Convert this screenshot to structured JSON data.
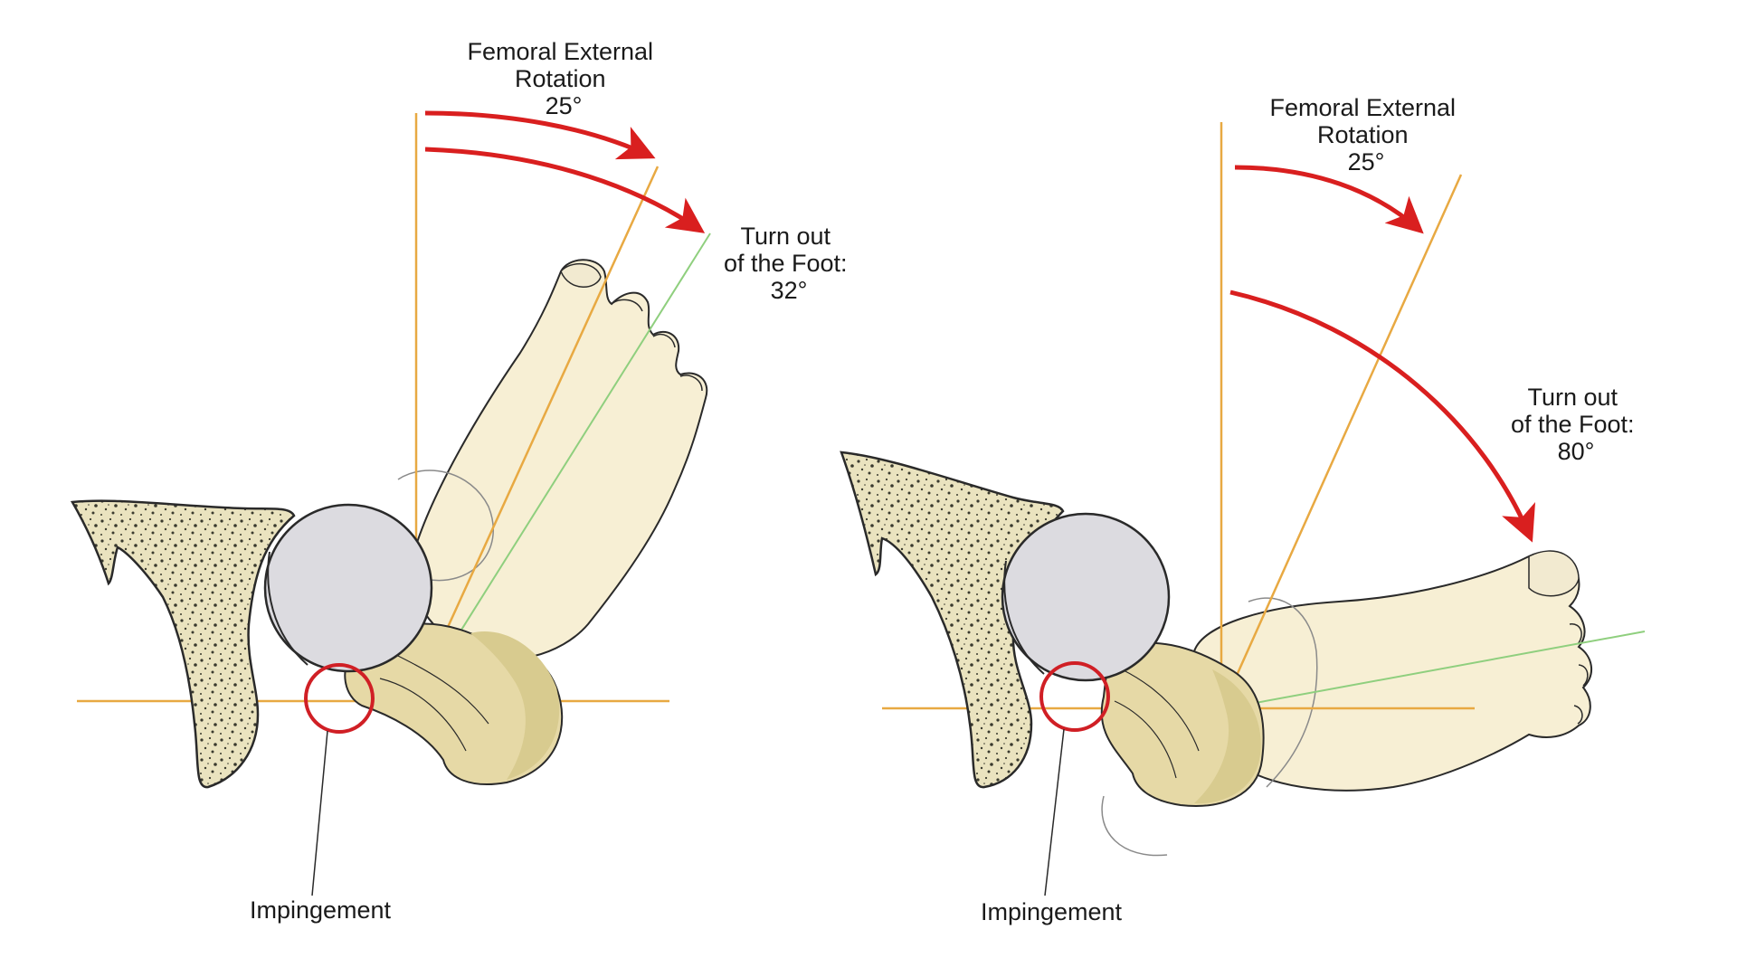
{
  "colors": {
    "reference_line": "#e8a942",
    "foot_axis_line": "#8fcf7e",
    "arrow": "#d91f1f",
    "impingement_circle": "#d01f25",
    "bone_fill": "#eae3bf",
    "bone_shadow": "#d8cb8f",
    "bone_speckle": "#3a3a2e",
    "femoral_head": "#dcdbe0",
    "foot_skin": "#f7efd4",
    "outline": "#2a2a2a",
    "ghost_outline": "#8a8a8a"
  },
  "panels": [
    {
      "femoral_rotation": {
        "line1": "Femoral External",
        "line2": "Rotation",
        "degrees": "25°"
      },
      "foot_turnout": {
        "line1": "Turn out",
        "line2": "of the Foot:",
        "degrees": "32°"
      },
      "impingement_label": "Impingement"
    },
    {
      "femoral_rotation": {
        "line1": "Femoral External",
        "line2": "Rotation",
        "degrees": "25°"
      },
      "foot_turnout": {
        "line1": "Turn out",
        "line2": "of the Foot:",
        "degrees": "80°"
      },
      "impingement_label": "Impingement"
    }
  ]
}
